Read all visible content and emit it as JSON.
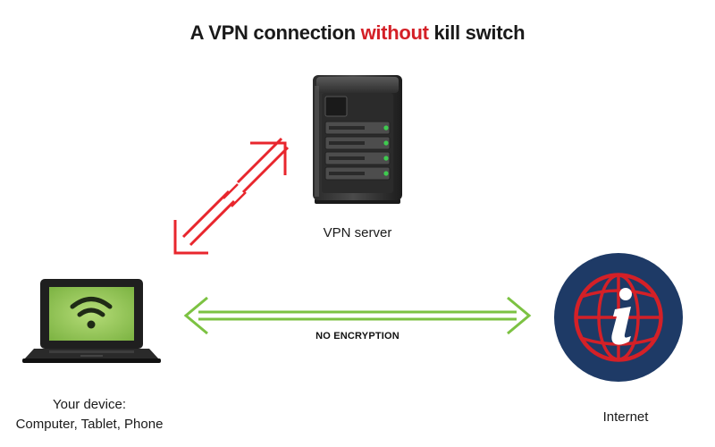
{
  "title": {
    "prefix": "A VPN connection ",
    "accent": "without",
    "suffix": " kill switch"
  },
  "nodes": {
    "server": {
      "label": "VPN server"
    },
    "device": {
      "label_line1": "Your device:",
      "label_line2": "Computer, Tablet, Phone"
    },
    "internet": {
      "label": "Internet"
    }
  },
  "connection": {
    "label": "NO ENCRYPTION"
  },
  "colors": {
    "accent": "#d42027",
    "broken_link": "#e8262d",
    "unencrypted_link": "#7cc242",
    "globe_bg": "#1e3a66",
    "globe_lines": "#d42027",
    "screen": "#8cc63f"
  },
  "icons": {
    "server": "server-tower-icon",
    "device": "laptop-wifi-icon",
    "internet": "globe-info-icon"
  }
}
